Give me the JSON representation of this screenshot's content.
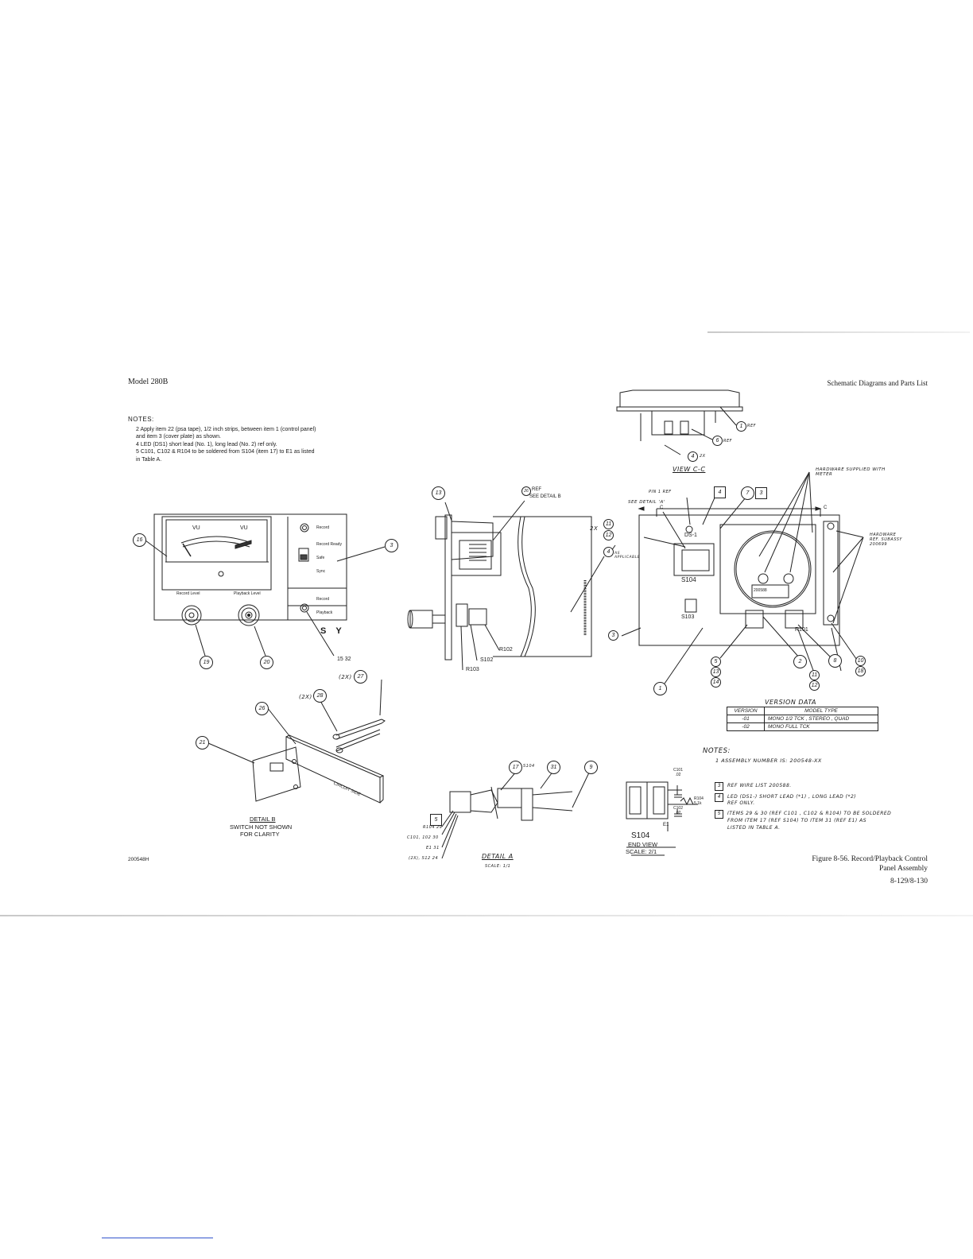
{
  "header": {
    "left": "Model 280B",
    "right": "Schematic Diagrams and Parts List"
  },
  "notes_left": {
    "heading": "NOTES:",
    "items": [
      "2  Apply item 22 (psa tape), 1/2 inch strips, between item 1 (control panel)",
      "    and item 3 (cover plate) as shown.",
      "4  LED (DS1) short lead (No. 1), long lead (No. 2) ref only.",
      "5  C101, C102 & R104 to be soldered from S104 (item 17) to E1 as listed",
      "    in Table A."
    ]
  },
  "front_panel": {
    "vu_left": "VU",
    "vu_right": "VU",
    "ind_record": "Record",
    "ind_record_ready": "Record Ready",
    "sw_safe": "Safe",
    "sw_sync": "Sync",
    "ind_record2": "Record",
    "ind_playback": "Playback",
    "knob_record_level": "Record Level",
    "knob_playback_level": "Playback Level",
    "logo": "S    Y"
  },
  "callouts": {
    "c16": "16",
    "c3": "3",
    "c19": "19",
    "c20": "20",
    "c15_32": "15 32",
    "c27": "27",
    "c28": "28",
    "c2x_a": "(2X)",
    "c2x_b": "(2X)",
    "c26": "26",
    "c21": "21",
    "c13": "13",
    "c26ref": "26",
    "ref_label": "REF",
    "see_detail_b": "SEE DETAIL B",
    "c11": "11",
    "c12": "12",
    "c2x_c": "2X",
    "c4": "4",
    "as_applicable": "AS APPLICABLE",
    "r102": "R102",
    "s102": "S102",
    "r103": "R103",
    "c1": "1",
    "c6": "6",
    "c4b": "4",
    "c2x_d": "2X",
    "view_cc": "VIEW  C-C",
    "pin1ref": "PIN 1 REF",
    "see_detail_a": "SEE DETAIL 'A'",
    "box4": "4",
    "c7": "7",
    "box3": "3",
    "hardware_meter": "HARDWARE SUPPLIED WITH METER",
    "hardware_subassy": "HARDWARE REF. SUBASSY 200699",
    "ds1": "DS-1",
    "s104": "S104",
    "s103": "S103",
    "r101": "R101",
    "wire_tag": "200588",
    "c2": "2",
    "c5": "5",
    "c13b": "13",
    "c14": "14",
    "c11b": "11",
    "c12b": "12",
    "c8": "8",
    "c10": "10",
    "c18": "18",
    "c1b": "1",
    "ref3": "3",
    "c17": "17",
    "s104_lbl": "S104",
    "c31": "31",
    "c9": "9",
    "box5": "5",
    "r104_29": "R104 29",
    "c101_30": "C101, 102 30",
    "e1_31": "E1 31",
    "s2_24": "(2X), S12 24",
    "cc_c1": "C",
    "cc_c2": "C"
  },
  "detail_b": {
    "title": "DETAIL  B",
    "line1": "SWITCH NOT SHOWN",
    "line2": "FOR CLARITY",
    "circuit_side": "CIRCUIT SIDE"
  },
  "detail_a": {
    "title": "DETAIL  A",
    "scale": "SCALE: 1/1"
  },
  "end_view": {
    "title1": "S104",
    "title2": "END VIEW",
    "scale": "SCALE: 2/1",
    "c101": "C101 .02",
    "c102": "C102 .02",
    "r104": "R104 5.1k",
    "e1": "E1"
  },
  "version_table": {
    "title": "VERSION  DATA",
    "col1": "VERSION",
    "col2": "MODEL TYPE",
    "rows": [
      {
        "version": "-01",
        "model": "MONO 1/2 TCK , STEREO , QUAD"
      },
      {
        "version": "-02",
        "model": "MONO FULL TCK"
      }
    ]
  },
  "notes_right": {
    "heading": "NOTES:",
    "n1": "1  ASSEMBLY NUMBER IS: 200548-XX",
    "n3": "REF WIRE LIST 200588.",
    "n4a": "LED (DS1-) SHORT LEAD (*1) , LONG LEAD (*2)",
    "n4b": "REF ONLY.",
    "n5a": "ITEMS 29 & 30 (REF C101 , C102 & R104) TO BE SOLDERED",
    "n5b": "FROM ITEM 17 (REF S104) TO ITEM 31 (REF E1) AS",
    "n5c": "LISTED IN TABLE A."
  },
  "footer": {
    "drawing_number": "200548H",
    "caption1": "Figure 8-56.  Record/Playback Control",
    "caption2": "Panel Assembly",
    "page": "8-129/8-130"
  }
}
